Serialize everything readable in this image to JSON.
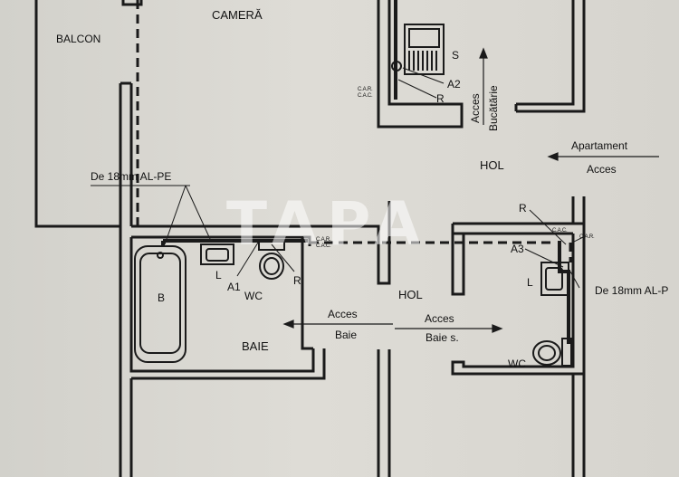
{
  "rooms": {
    "camera": "CAMERĂ",
    "balcon": "BALCON",
    "hol_top": "HOL",
    "hol_mid": "HOL",
    "baie": "BAIE"
  },
  "fixtures": {
    "s": "S",
    "a2": "A2",
    "r_top": "R",
    "b": "B",
    "l_left": "L",
    "a1": "A1",
    "wc_left": "WC",
    "r_left": "R",
    "r_right": "R",
    "a3": "A3",
    "l_right": "L",
    "wc_right": "WC"
  },
  "pipe_labels": {
    "left": "De 18mm AL-PE",
    "right": "De 18mm AL-P"
  },
  "small_labels": {
    "car_cac_top_1": "C.A.R.",
    "car_cac_top_2": "C.A.C.",
    "car_cac_mid_1": "C.A.R.",
    "car_cac_mid_2": "C.A.C.",
    "cac_right": "C.A.C.",
    "car_right": "C.A.R."
  },
  "access": {
    "apartament_line1": "Apartament",
    "apartament_line2": "Acces",
    "bucatarie_line1": "Acces",
    "bucatarie_line2": "Bucătărie",
    "baie_line1": "Acces",
    "baie_line2": "Baie",
    "baie_s_line1": "Acces",
    "baie_s_line2": "Baie s."
  },
  "watermark": "TAPA"
}
